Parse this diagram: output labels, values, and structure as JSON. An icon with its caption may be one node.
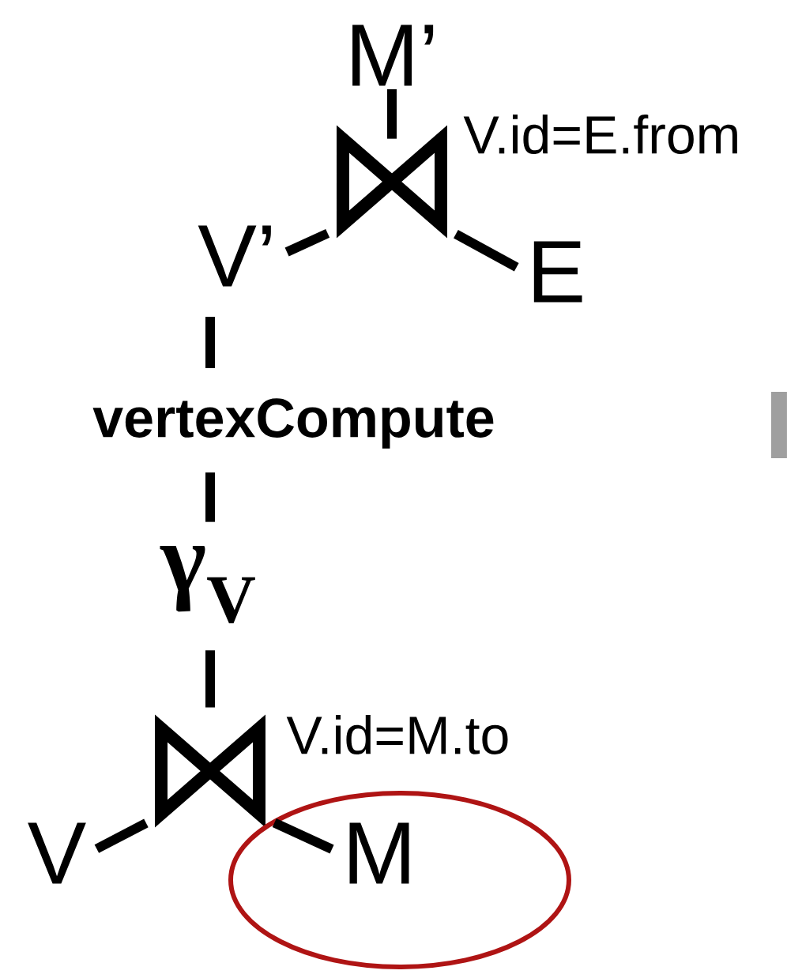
{
  "diagram": {
    "nodes": [
      {
        "text": [
          "M’"
        ]
      },
      {
        "text": [],
        "shape": "bowtie",
        "beside": [
          "V.id=E.from"
        ]
      },
      {
        "text": [
          "V’"
        ]
      },
      {
        "text": [
          "E"
        ]
      },
      {
        "text": [
          "vertexCompute"
        ]
      },
      {
        "text": [
          "γ$_{V}$"
        ]
      },
      {
        "text": [],
        "shape": "bowtie",
        "beside": [
          "V.id=M.to"
        ]
      },
      {
        "text": [
          "V"
        ]
      },
      {
        "text": [
          "M"
        ]
      }
    ],
    "edges": [
      {
        "from": 0,
        "to": 1,
        "arrow": "none"
      },
      {
        "from": 1,
        "to": 2,
        "arrow": "none"
      },
      {
        "from": 1,
        "to": 3,
        "arrow": "none"
      },
      {
        "from": 2,
        "to": 4,
        "arrow": "none"
      },
      {
        "from": 4,
        "to": 5,
        "arrow": "none"
      },
      {
        "from": 5,
        "to": 6,
        "arrow": "none"
      },
      {
        "from": 6,
        "to": 7,
        "arrow": "none"
      },
      {
        "from": 6,
        "to": 8,
        "arrow": "none"
      }
    ]
  }
}
